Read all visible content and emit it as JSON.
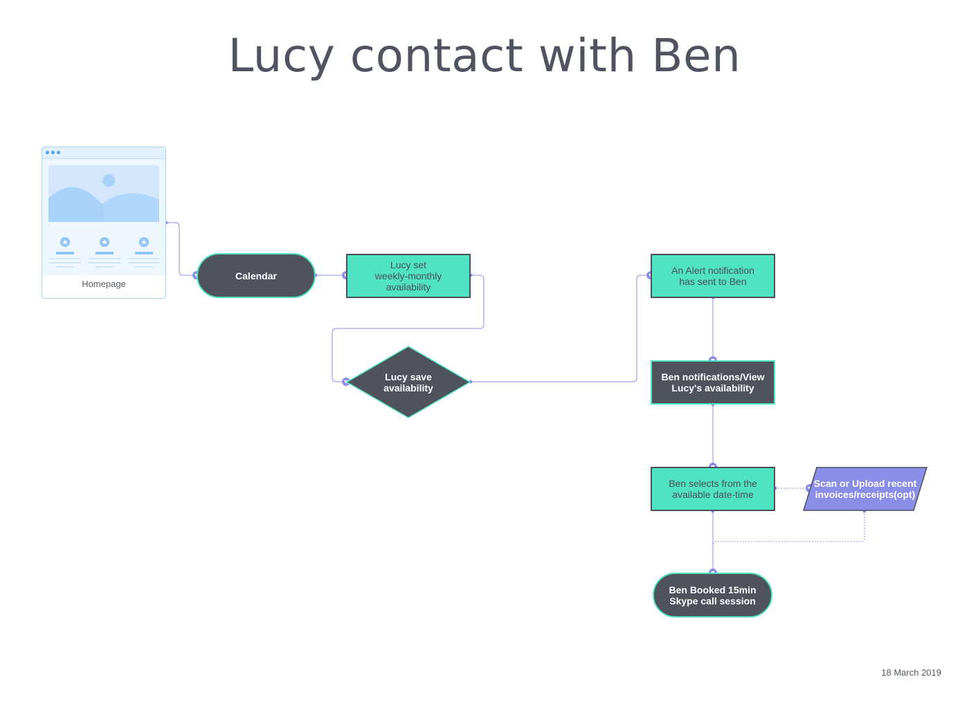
{
  "title": "Lucy contact with Ben",
  "date": "18 March 2019",
  "homepage": {
    "label": "Homepage"
  },
  "nodes": {
    "calendar": "Calendar",
    "lucy_set": "Lucy set\nweekly-monthly\navailability",
    "lucy_save": "Lucy save\navailability",
    "alert": "An Alert notification\nhas sent to Ben",
    "ben_notifications": "Ben notifications/View\nLucy's availability",
    "ben_selects": "Ben selects from the\navailable date-time",
    "scan_upload": "Scan or Upload recent\ninvoices/receipts(opt)",
    "ben_booked": "Ben Booked 15min\nSkype call session"
  },
  "colors": {
    "green": "#50e3c2",
    "dark": "#4f535c",
    "purple": "#8a8ee8",
    "connector": "#8a8ee8"
  }
}
